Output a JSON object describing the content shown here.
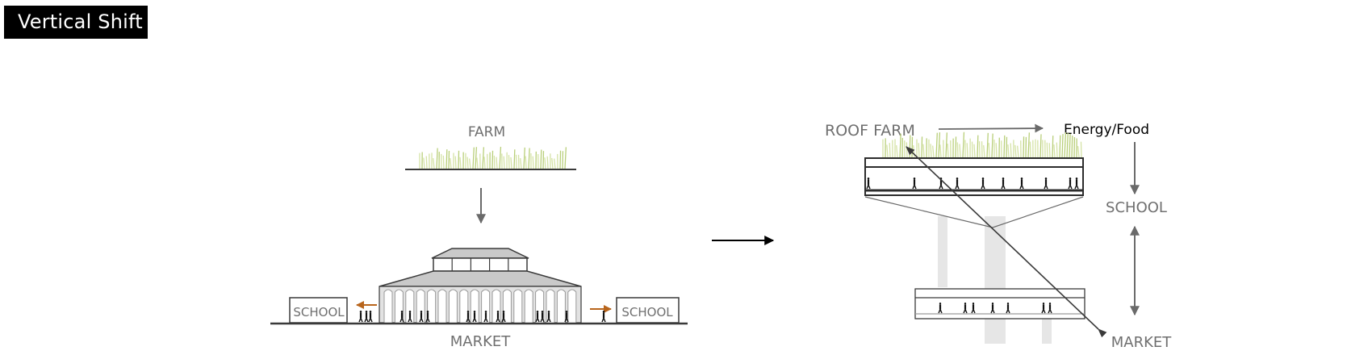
{
  "header": {
    "title": "Vertical Shift"
  },
  "left_diagram": {
    "farm_label": "FARM",
    "market_label": "MARKET",
    "school_left_label": "SCHOOL",
    "school_right_label": "SCHOOL"
  },
  "right_diagram": {
    "roof_farm_label": "ROOF FARM",
    "energy_food_label": "Energy/Food",
    "school_label": "SCHOOL",
    "market_label": "MARKET"
  },
  "colors": {
    "label_gray": "#6f6f6f",
    "line_dark": "#3a3a3a",
    "arrow_gray": "#6a6a6a",
    "orange_arrow": "#b8651c",
    "grass_green": "#b9cf7a",
    "roof_gray": "#c9c9c9",
    "column_ghost": "#e6e6e6"
  },
  "icons": {
    "process_arrow": "right-arrow-icon",
    "farm_down_arrow": "down-arrow-icon",
    "people": "pedestrian-icon"
  }
}
